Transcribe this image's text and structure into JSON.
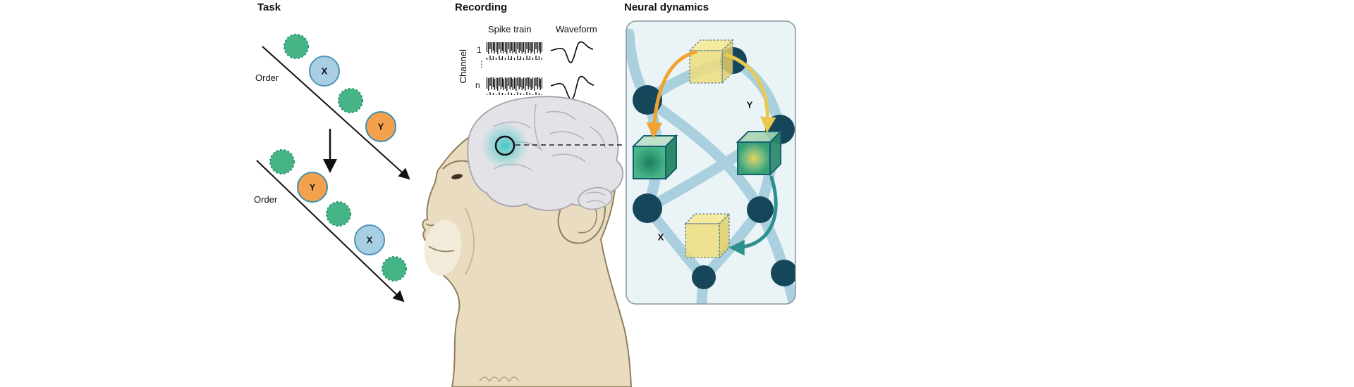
{
  "task": {
    "title": "Task",
    "order1": "Order",
    "order2": "Order",
    "seq1_letter1": "X",
    "seq1_letter2": "Y",
    "seq2_letter1": "Y",
    "seq2_letter2": "X"
  },
  "recording": {
    "title": "Recording",
    "spike_train": "Spike train",
    "waveform": "Waveform",
    "channel": "Channel",
    "channel_first": "1",
    "channel_dots": "⋮",
    "channel_last": "n"
  },
  "neural": {
    "title": "Neural dynamics",
    "state_y": "Y",
    "state_x": "X"
  },
  "colors": {
    "task_green": "#46b487",
    "task_blue": "#a8cee4",
    "task_orange": "#f4a14e",
    "monkey_fur": "#e9dcc0",
    "brain_gray": "#e2e2e7",
    "highlight_teal": "#3ec4c2",
    "panel_bg": "#eaf4f7",
    "network_node": "#15465a",
    "network_strand": "#a7cedd",
    "state_active_green": "#35a077",
    "state_inactive_yellow": "#eedd7f",
    "arrow_orange": "#f0a32e",
    "arrow_teal": "#2e8f8f"
  }
}
